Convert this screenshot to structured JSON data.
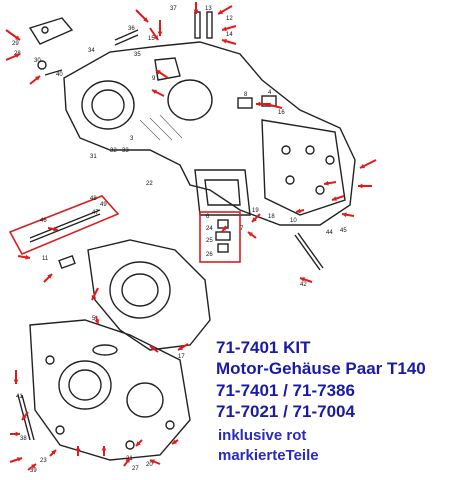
{
  "caption": {
    "line1": "71-7401 KIT",
    "line2": "Motor-Gehäuse Paar T140",
    "line3": "71-7401 / 71-7386",
    "line4": "71-7021 / 71-7004",
    "line5": "inklusive rot",
    "line6": "markierteTeile"
  },
  "part_numbers": [
    "29",
    "36",
    "37",
    "13",
    "12",
    "14",
    "15",
    "35",
    "34",
    "28",
    "30",
    "40",
    "9",
    "31",
    "32",
    "33",
    "3",
    "16",
    "4",
    "8",
    "22",
    "24",
    "25",
    "26",
    "6",
    "18",
    "19",
    "7",
    "11",
    "48",
    "49",
    "47",
    "46",
    "10",
    "42",
    "44",
    "45",
    "20",
    "5",
    "17",
    "41",
    "39",
    "38",
    "23",
    "21",
    "27"
  ],
  "colors": {
    "caption": "#1a1aa8",
    "marker": "#e11a1a",
    "line_art": "#222222"
  }
}
